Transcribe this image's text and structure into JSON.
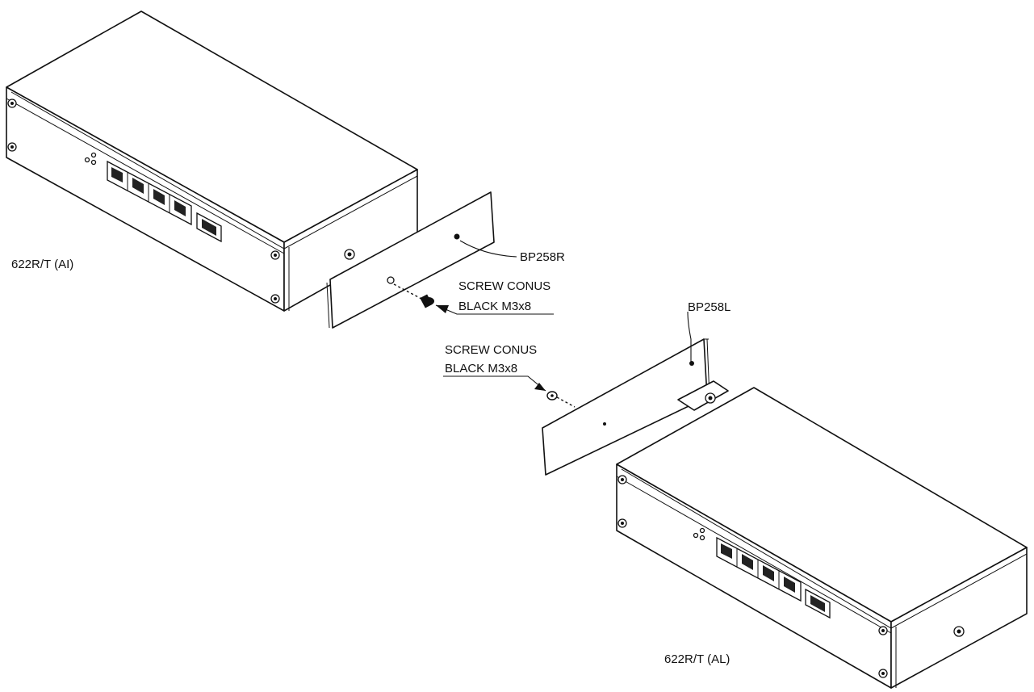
{
  "labels": {
    "unit_left": "622R/T (AI)",
    "unit_right": "622R/T (AL)",
    "bracket_right": "BP258R",
    "bracket_left": "BP258L",
    "screw_upper_line1": "SCREW CONUS",
    "screw_upper_line2": "BLACK M3x8",
    "screw_lower_line1": "SCREW CONUS",
    "screw_lower_line2": "BLACK M3x8"
  }
}
